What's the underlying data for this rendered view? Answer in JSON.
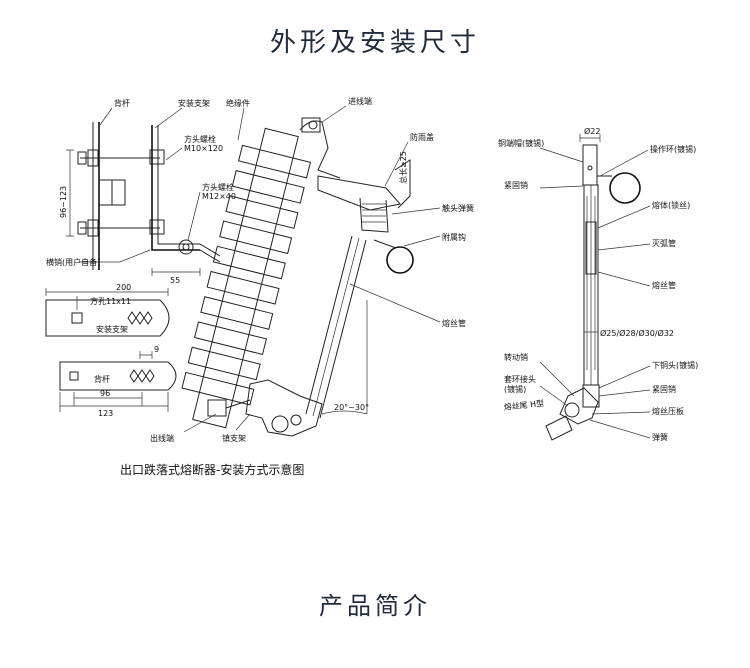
{
  "header": {
    "title": "外形及安装尺寸"
  },
  "footer": {
    "title": "产品简介"
  },
  "diagram": {
    "caption": "出口跌落式熔断器-安装方式示意图",
    "left_labels": {
      "back_bar": "背杆",
      "mount_bracket": "安装支架",
      "bolt1_name": "方头螺栓",
      "bolt1_spec": "M10×120",
      "bolt2_name": "方头螺栓",
      "bolt2_spec": "M12×40",
      "pole": "横销(用户自备)",
      "dim_vertical": "96~123",
      "dim_55": "55",
      "dim_200": "200",
      "hole_label": "方孔11x11",
      "bracket_text": "安装支架",
      "dim_9": "9",
      "backbar_text": "背杆",
      "dim_96": "96",
      "dim_123": "123"
    },
    "mid_labels": {
      "insulator": "绝缘件",
      "inlet": "进线端",
      "rain_cover": "防雨盖",
      "contact_spring": "触头弹簧",
      "hook": "附属钩",
      "fuse_tube": "熔丝管",
      "outlet": "出线端",
      "lower_bracket": "镇支架",
      "angle": "20°~30°",
      "vertical_text": "总长≥25"
    },
    "right_labels": {
      "dim_22": "Ø22",
      "copper_cap": "铜端帽(镀锡)",
      "set_pin": "紧固销",
      "op_ring": "操作环(镀锡)",
      "melt": "熔体(锁丝)",
      "arc_tube": "灭弧管",
      "fuse_tube": "熔丝管",
      "diameters": "Ø25/Ø28/Ø30/Ø32",
      "rotating_pin": "转动销",
      "hook_joint_1": "套环接头",
      "hook_joint_2": "(镀锡)",
      "lower_cap": "下铜头(镀锡)",
      "set_pin2": "紧固销",
      "fuse_plate": "熔丝压板",
      "spring": "弹簧",
      "tail": "熔丝尾 H型"
    }
  }
}
